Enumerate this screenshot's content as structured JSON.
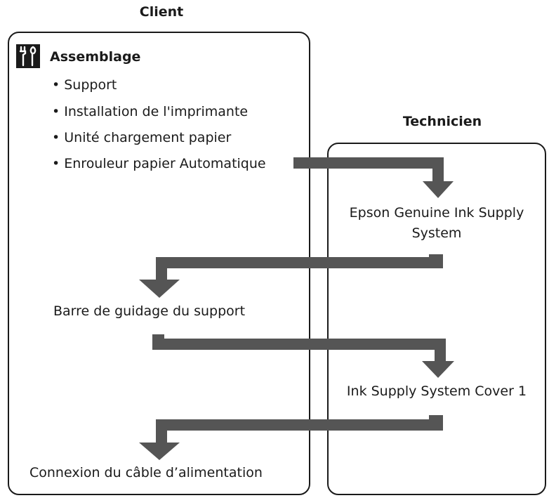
{
  "headings": {
    "client": "Client",
    "technicien": "Technicien"
  },
  "client": {
    "section_title": "Assemblage",
    "section_icon": "tools-icon",
    "items": [
      "• Support",
      "• Installation de l'imprimante",
      "• Unité chargement papier",
      "• Enrouleur papier Automatique"
    ]
  },
  "steps": {
    "epson_line1": "Epson Genuine Ink Supply",
    "epson_line2": "System",
    "barre": "Barre de guidage du support",
    "cover": "Ink Supply System Cover 1",
    "connexion": "Connexion du câble d’alimentation"
  },
  "colors": {
    "arrow": "#555555",
    "border": "#1a1a1a",
    "text": "#1a1a1a"
  }
}
